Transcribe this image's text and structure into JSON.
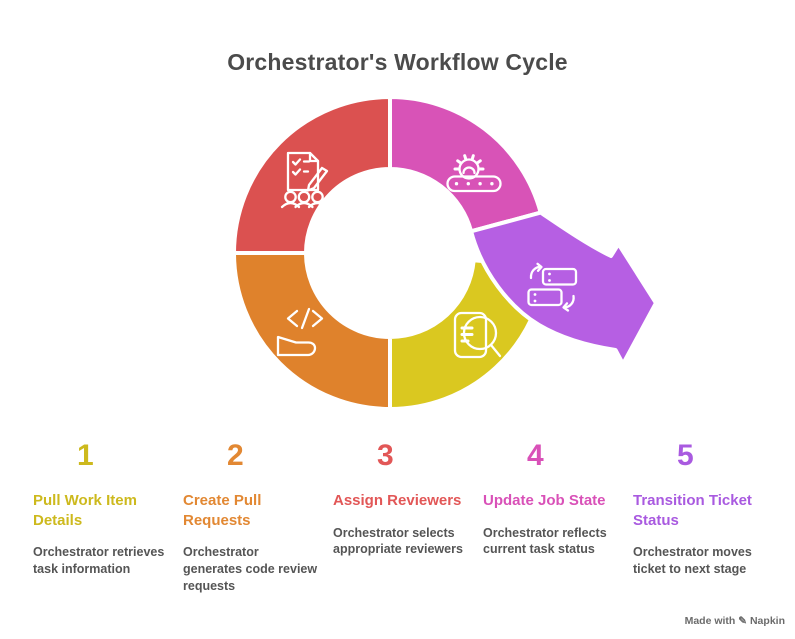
{
  "header": {
    "title": "Orchestrator's Workflow Cycle",
    "color": "#4b4b4b"
  },
  "diagram": {
    "segments": [
      {
        "id": "assign-reviewers",
        "color": "#db5150",
        "icon": "review-checklist-icon"
      },
      {
        "id": "update-job-state",
        "color": "#d853b7",
        "icon": "gear-progress-icon"
      },
      {
        "id": "create-pull-requests",
        "color": "#df822c",
        "icon": "code-icon"
      },
      {
        "id": "pull-work-item-details",
        "color": "#dac820",
        "icon": "document-search-icon"
      },
      {
        "id": "transition-ticket-status",
        "color": "#b65fe3",
        "icon": "ticket-transfer-icon"
      }
    ]
  },
  "steps": [
    {
      "number": "1",
      "color": "#cdb91d",
      "title": "Pull Work Item Details",
      "description": "Orchestrator retrieves task information"
    },
    {
      "number": "2",
      "color": "#e28833",
      "title": "Create Pull Requests",
      "description": "Orchestrator generates code review requests"
    },
    {
      "number": "3",
      "color": "#e25757",
      "title": "Assign Reviewers",
      "description": "Orchestrator selects appropriate reviewers"
    },
    {
      "number": "4",
      "color": "#d951b8",
      "title": "Update Job State",
      "description": "Orchestrator reflects current task status"
    },
    {
      "number": "5",
      "color": "#a95ae0",
      "title": "Transition Ticket Status",
      "description": "Orchestrator moves ticket to next stage"
    }
  ],
  "footer": {
    "watermark": "Made with ✎ Napkin"
  }
}
